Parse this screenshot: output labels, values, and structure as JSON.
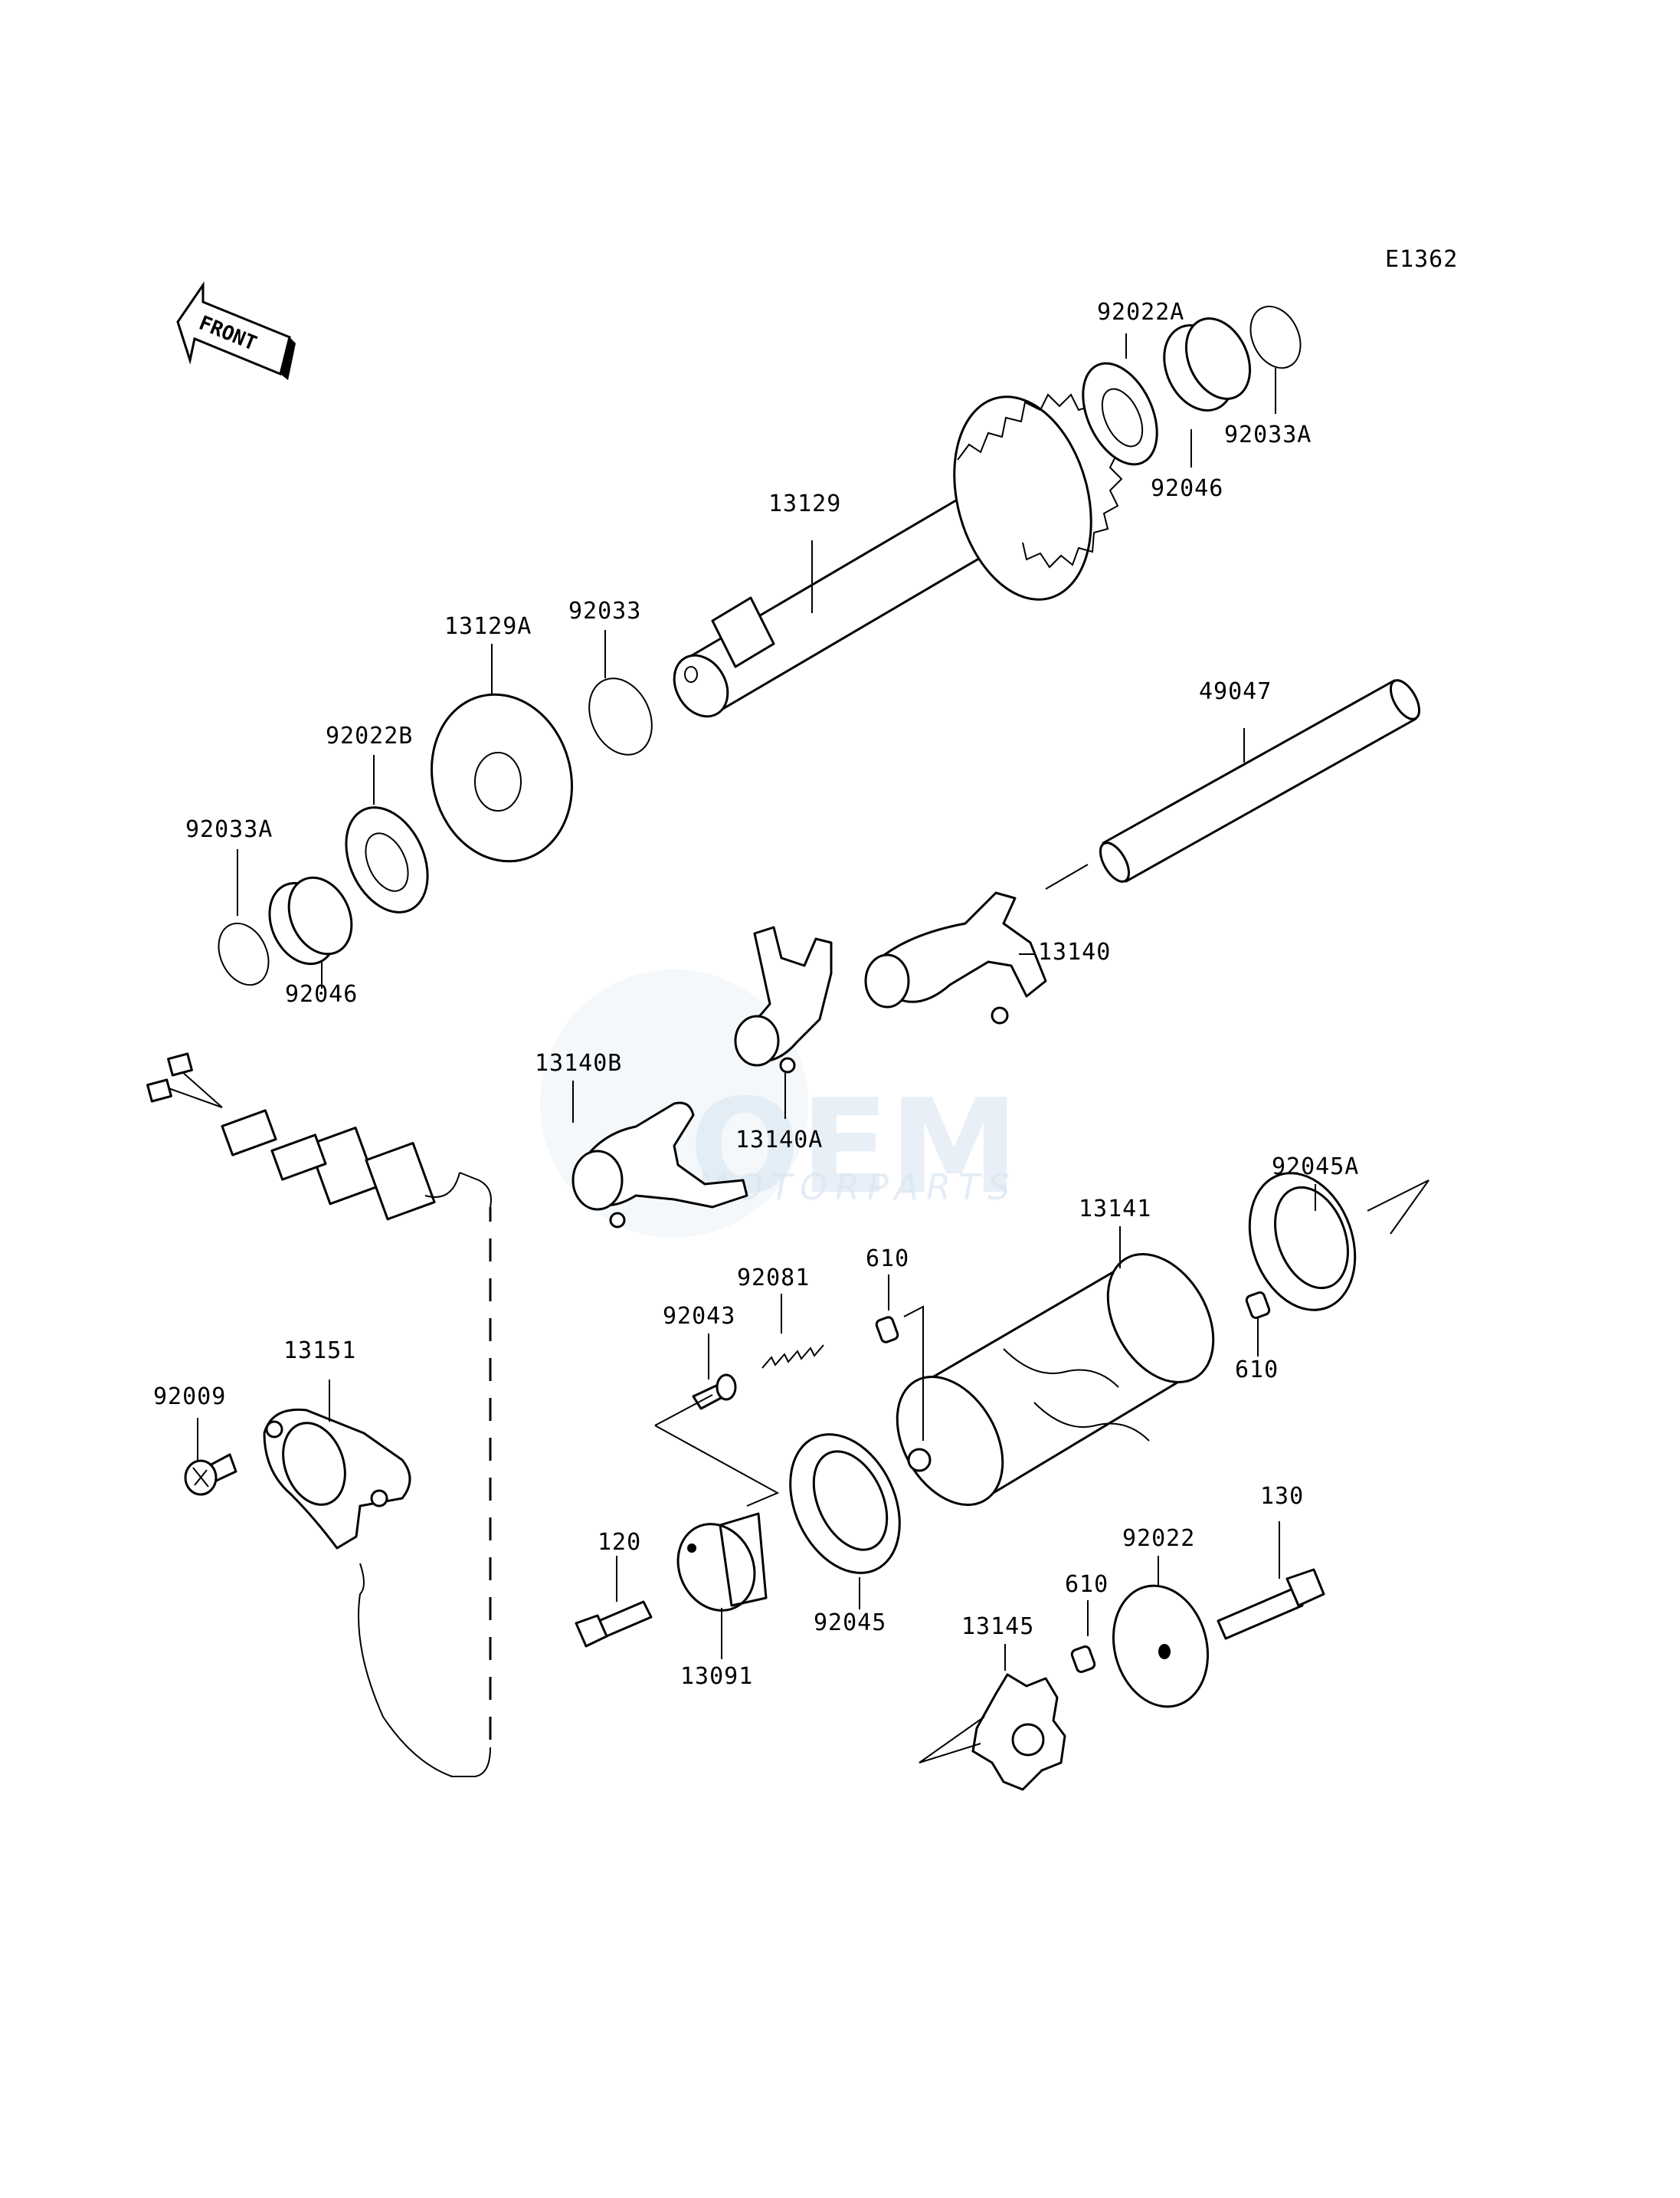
{
  "diagram_code": "E1362",
  "front_label": "FRONT",
  "watermark": {
    "brand": "OEM",
    "sub": "MOTORPARTS"
  },
  "labels": {
    "p92022A": "92022A",
    "p92033A_top": "92033A",
    "p92046_top": "92046",
    "p13129": "13129",
    "p92033": "92033",
    "p13129A": "13129A",
    "p49047": "49047",
    "p92022B": "92022B",
    "p92033A_left": "92033A",
    "p92046_left": "92046",
    "p13140": "13140",
    "p13140B": "13140B",
    "p13140A": "13140A",
    "p92045A": "92045A",
    "p13141": "13141",
    "p610_a": "610",
    "p610_b": "610",
    "p92081": "92081",
    "p92043": "92043",
    "p13151": "13151",
    "p92009": "92009",
    "p130": "130",
    "p92022": "92022",
    "p610_c": "610",
    "p13145": "13145",
    "p120": "120",
    "p92045": "92045",
    "p13091": "13091"
  }
}
